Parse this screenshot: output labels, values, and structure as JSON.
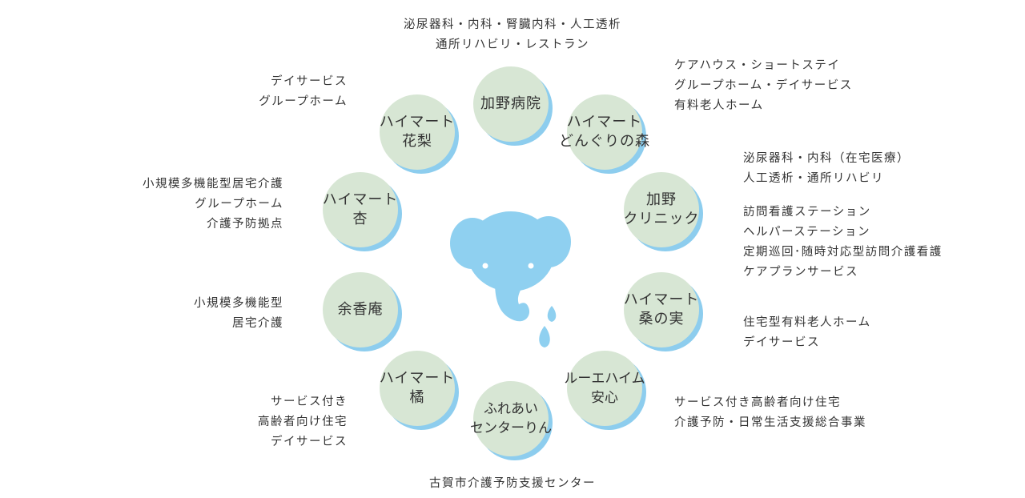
{
  "colors": {
    "node_fill": "#d7e6d4",
    "node_shadow": "#8dcdee",
    "elephant": "#8fd0f0",
    "text": "#333333"
  },
  "nodes": [
    {
      "key": "kano_hospital",
      "label": "加野病院"
    },
    {
      "key": "himart_donguri",
      "label": "ハイマート\nどんぐりの森"
    },
    {
      "key": "kano_clinic",
      "label": "加野\nクリニック"
    },
    {
      "key": "himart_kuwanomi",
      "label": "ハイマート\n桑の実"
    },
    {
      "key": "luehaim_anshin",
      "label": "ルーエハイム\n安心"
    },
    {
      "key": "fureai_rin",
      "label": "ふれあい\nセンターりん"
    },
    {
      "key": "himart_tachibana",
      "label": "ハイマート\n橘"
    },
    {
      "key": "yokoan",
      "label": "余香庵"
    },
    {
      "key": "himart_anzu",
      "label": "ハイマート\n杏"
    },
    {
      "key": "himart_hanari",
      "label": "ハイマート\n花梨"
    }
  ],
  "descriptions": {
    "kano_hospital": "泌尿器科・内科・腎臓内科・人工透析\n通所リハビリ・レストラン",
    "himart_donguri": "ケアハウス・ショートステイ\nグループホーム・デイサービス\n有料老人ホーム",
    "kano_clinic_a": "泌尿器科・内科（在宅医療）\n人工透析・通所リハビリ",
    "kano_clinic_b": "訪問看護ステーション\nヘルパーステーション\n定期巡回･随時対応型訪問介護看護\nケアプランサービス",
    "himart_kuwanomi": "住宅型有料老人ホーム\nデイサービス",
    "luehaim_anshin": "サービス付き高齢者向け住宅\n介護予防・日常生活支援総合事業",
    "fureai_rin": "古賀市介護予防支援センター",
    "himart_tachibana": "サービス付き\n高齢者向け住宅\nデイサービス",
    "yokoan": "小規模多機能型\n居宅介護",
    "himart_anzu": "小規模多機能型居宅介護\nグループホーム\n介護予防拠点",
    "himart_hanari": "デイサービス\nグループホーム"
  }
}
